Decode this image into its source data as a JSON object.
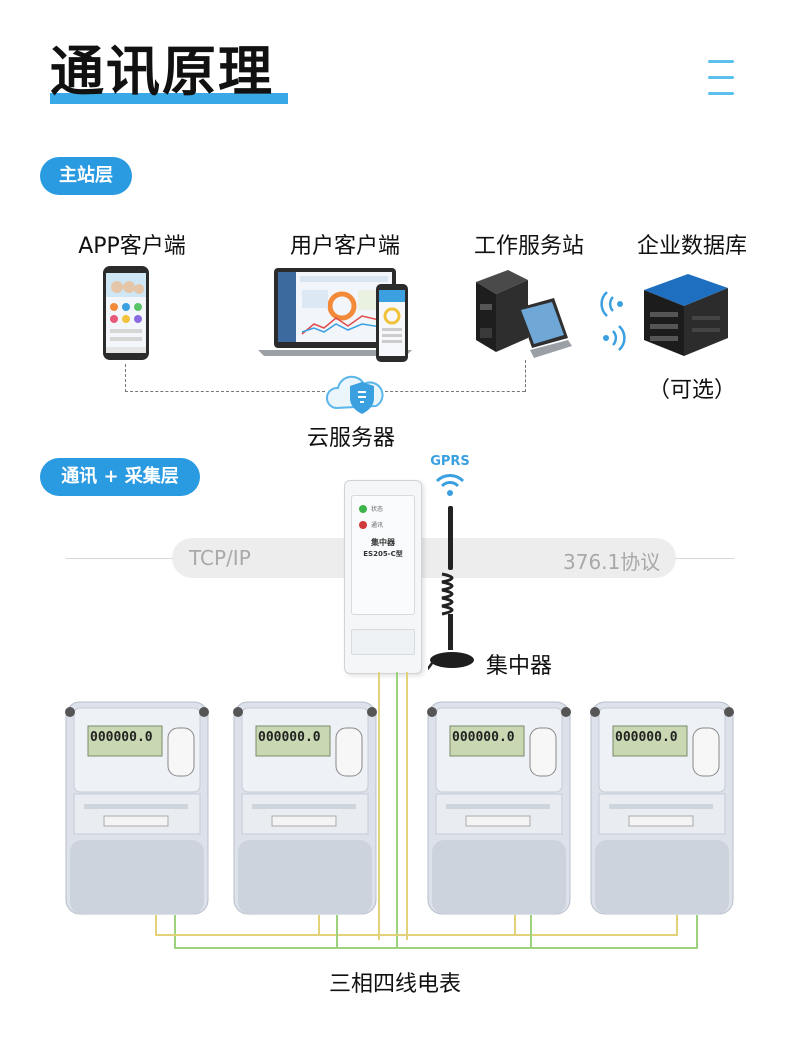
{
  "page": {
    "title": "通讯原理"
  },
  "layers": {
    "master": "主站层",
    "comm": "通讯 + 采集层"
  },
  "master_items": [
    {
      "label": "APP客户端"
    },
    {
      "label": "用户客户端"
    },
    {
      "label": "工作服务站"
    },
    {
      "label": "企业数据库"
    }
  ],
  "optional_note": "（可选）",
  "cloud_label": "云服务器",
  "gprs_label": "GPRS",
  "protocol": {
    "left": "TCP/IP",
    "right": "376.1协议"
  },
  "concentrator": {
    "label": "集中器",
    "panel_text_1": "集中器",
    "panel_text_2": "ES205-C型",
    "led_1": "状态",
    "led_2": "通讯"
  },
  "meters": {
    "label": "三相四线电表",
    "display": "000000.0",
    "count": 4
  },
  "colors": {
    "accent": "#2a9be0",
    "wire_yellow": "#e3d27a",
    "wire_green": "#9fd27d"
  }
}
